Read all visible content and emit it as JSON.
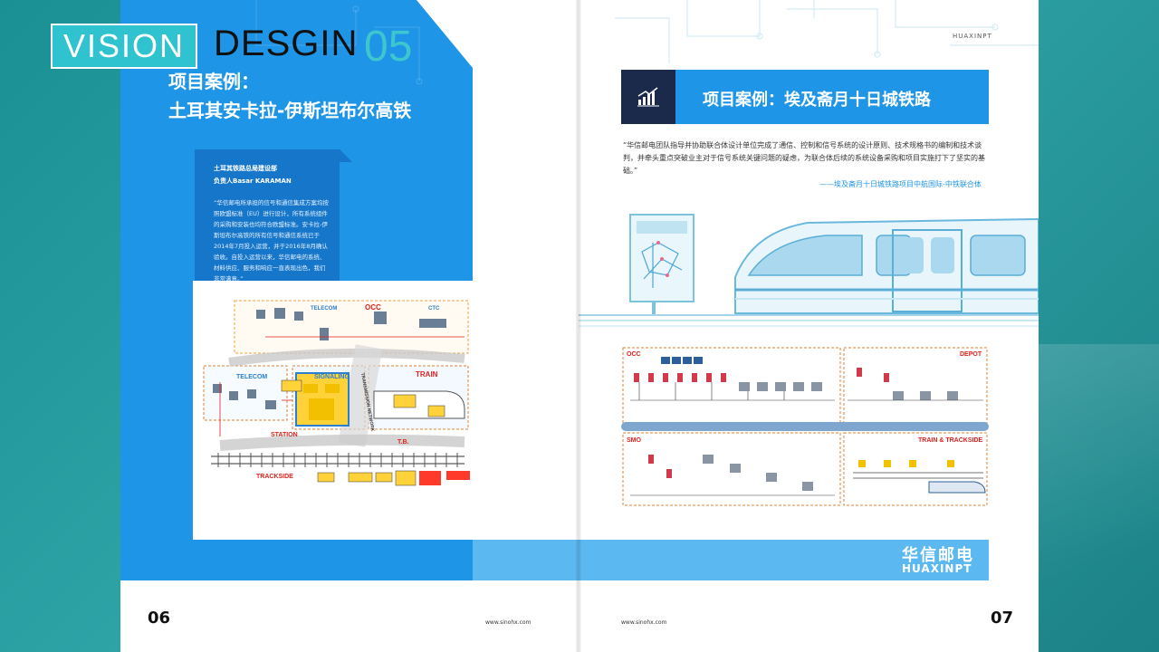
{
  "brand_header": {
    "vision": "VISION",
    "design": "DESGIN",
    "number": "05"
  },
  "left_page": {
    "title_line1": "项目案例：",
    "title_line2": "土耳其安卡拉-伊斯坦布尔高铁",
    "quote_org": "土耳其铁路总局建设部",
    "quote_person": "负责人Basar KARAMAN",
    "quote_body": "“华信邮电所承担的信号和通信集成方案均按照欧盟标准（EU）进行设计，所有系统组件的采购和安装也均符合欧盟标准。安卡拉-伊斯坦布尔高铁的所有信号和通信系统已于2014年7月投入运营，并于2016年8月确认验收。自投入运营以来，华信邮电的系统、材料供应、服务和响应一直表现出色，我们非常满意。”",
    "page_number": "06",
    "url": "www.sinohx.com",
    "diagram_labels": {
      "occ": "OCC",
      "ctc": "CTC",
      "telecom_top": "TELECOM",
      "telecom_left": "TELECOM",
      "signaling": "SIGNALING",
      "train": "TRAIN",
      "station": "STATION",
      "trackside": "TRACKSIDE",
      "tb": "T.B.",
      "network": "TRANSMISSION NETWORK"
    }
  },
  "right_page": {
    "top_brand": "HUAXINPT",
    "title": "项目案例：埃及斋月十日城铁路",
    "quote": "“华信邮电团队指导并协助联合体设计单位完成了通信、控制和信号系统的设计原则、技术规格书的编制和技术谈判，并牵头重点突破业主对于信号系统关键问题的疑虑，为联合体后续的系统设备采购和项目实施打下了坚实的基础。”",
    "source": "——埃及斋月十日城铁路项目中航国际-中铁联合体",
    "page_number": "07",
    "url": "www.sinohx.com",
    "brand_cn": "华信邮电",
    "brand_en": "HUAXINPT",
    "diagram_labels": {
      "occ": "OCC",
      "depot": "DEPOT",
      "smo": "SMO",
      "train_trackside": "TRAIN & TRACKSIDE"
    }
  },
  "colors": {
    "teal_bg": "#1e8e93",
    "primary_blue": "#1e95e6",
    "dark_navy": "#1b2a4a",
    "light_blue": "#5cb8f0",
    "accent_red": "#e0201c"
  }
}
